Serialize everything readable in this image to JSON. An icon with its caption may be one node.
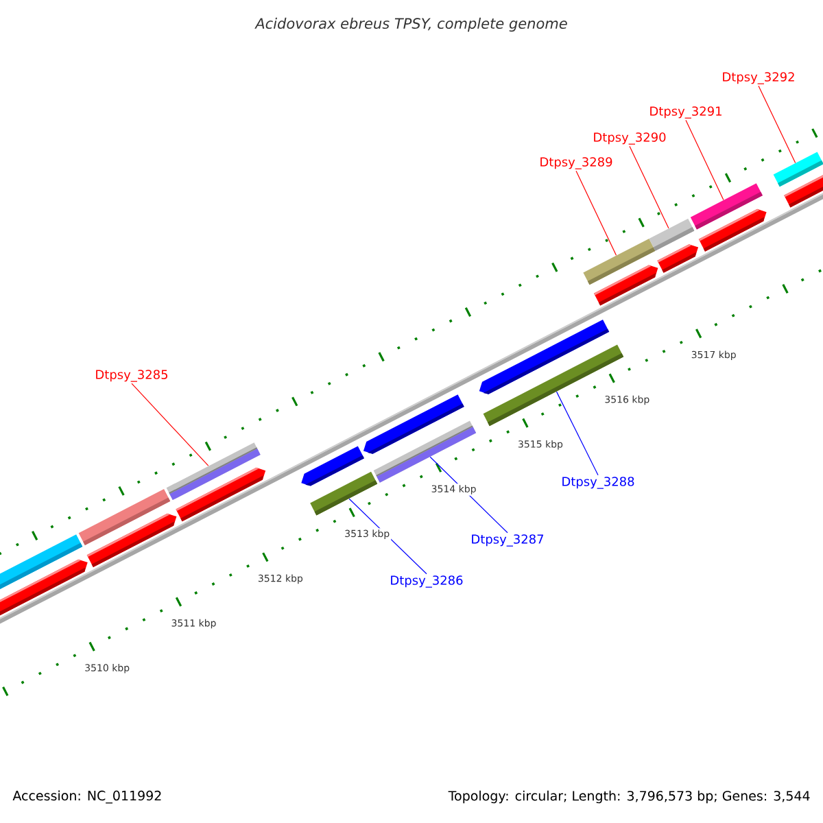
{
  "diagram": {
    "title": "Acidovorax ebreus TPSY, complete genome",
    "nodes": [
      {
        "text": [
          "Dtpsy_3285"
        ]
      },
      {
        "text": [
          "Dtpsy_3286"
        ]
      },
      {
        "text": [
          "Dtpsy_3287"
        ]
      },
      {
        "text": [
          "Dtpsy_3288"
        ]
      },
      {
        "text": [
          "Dtpsy_3289"
        ]
      },
      {
        "text": [
          "Dtpsy_3290"
        ]
      },
      {
        "text": [
          "Dtpsy_3291"
        ]
      },
      {
        "text": [
          "Dtpsy_3292"
        ]
      },
      {
        "text": [],
        "shape": "bar"
      },
      {
        "text": [],
        "shape": "bar"
      },
      {
        "text": [],
        "shape": "bar"
      },
      {
        "text": [],
        "shape": "bar"
      },
      {
        "text": [],
        "shape": "bar"
      },
      {
        "text": [],
        "shape": "bar"
      },
      {
        "text": [],
        "shape": "bar"
      },
      {
        "text": [],
        "shape": "bar"
      }
    ],
    "edges": [
      {
        "from": 0,
        "to": 8,
        "arrow": "none"
      },
      {
        "from": 1,
        "to": 9,
        "arrow": "none",
        "color": "#0000ff"
      },
      {
        "from": 2,
        "to": 10,
        "arrow": "none",
        "color": "#0000ff"
      },
      {
        "from": 3,
        "to": 11,
        "arrow": "none",
        "color": "#0000ff"
      },
      {
        "from": 4,
        "to": 12,
        "arrow": "none"
      },
      {
        "from": 5,
        "to": 13,
        "arrow": "none"
      },
      {
        "from": 6,
        "to": 14,
        "arrow": "none"
      },
      {
        "from": 7,
        "to": 15,
        "arrow": "none"
      }
    ],
    "labels": [
      "3517 kbp",
      "3516 kbp",
      "3515 kbp",
      "3514 kbp",
      "3513 kbp",
      "3512 kbp",
      "3511 kbp",
      "3510 kbp",
      "Accession: NC_011992",
      "Topology: circular; Length: 3,796,573 bp; Genes: 3,544"
    ]
  }
}
